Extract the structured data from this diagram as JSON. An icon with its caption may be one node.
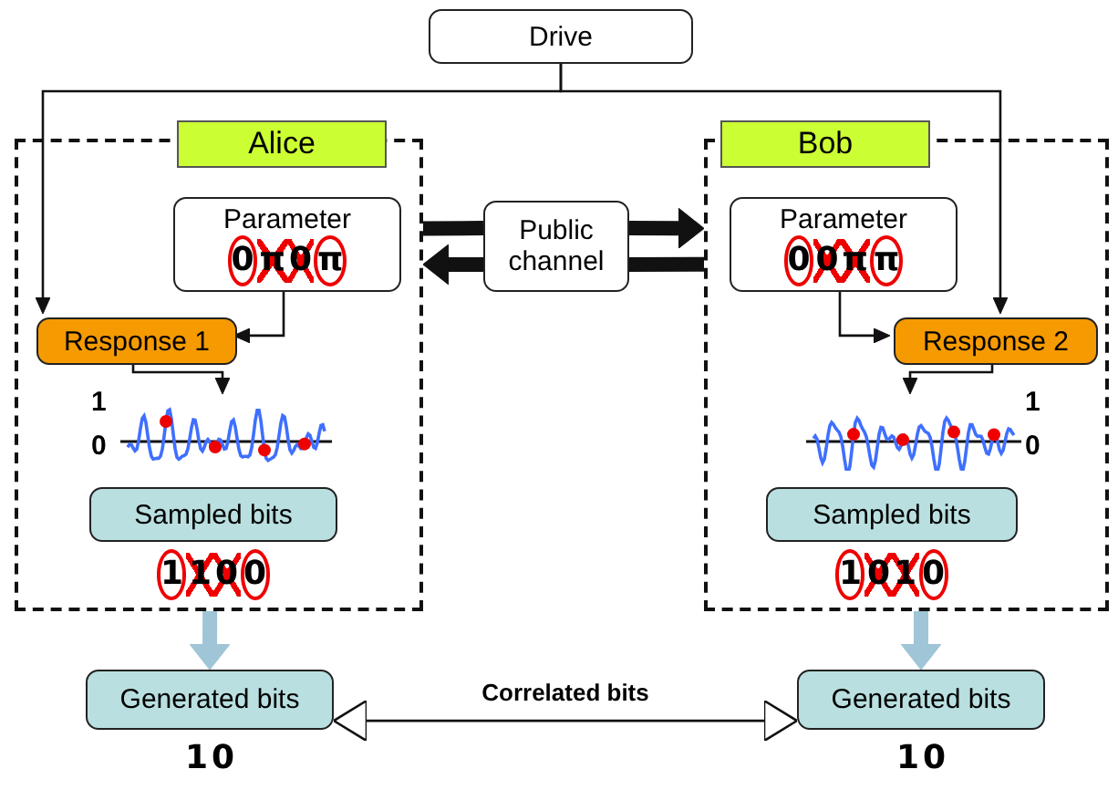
{
  "diagram": {
    "nodes": [
      {
        "text": [
          "Drive"
        ]
      },
      {
        "text": [
          "Alice"
        ]
      },
      {
        "text": [
          "Parameter",
          "0π0π"
        ],
        "in": 1
      },
      {
        "text": [
          "Response 1"
        ],
        "in": 1
      },
      {
        "text": [],
        "shape": "picture",
        "in": 1
      },
      {
        "text": [
          "Sampled bits"
        ],
        "beside": [
          "1100"
        ],
        "in": 1
      },
      {
        "text": [
          "Bob"
        ]
      },
      {
        "text": [
          "Parameter",
          "00ππ"
        ],
        "in": 6
      },
      {
        "text": [
          "Response 2"
        ],
        "in": 6
      },
      {
        "text": [],
        "shape": "picture",
        "in": 6
      },
      {
        "text": [
          "Sampled bits"
        ],
        "beside": [
          "1010"
        ],
        "in": 6
      },
      {
        "text": [
          "Public channel"
        ]
      },
      {
        "text": [
          "Generated bits"
        ],
        "beside": [
          "10"
        ]
      },
      {
        "text": [
          "Generated bits"
        ],
        "beside": [
          "10"
        ]
      }
    ],
    "edges": [
      {
        "from": 0,
        "to": 3,
        "arrow": "to"
      },
      {
        "from": 0,
        "to": 8,
        "arrow": "to"
      },
      {
        "from": 2,
        "to": 3,
        "arrow": "to"
      },
      {
        "from": 3,
        "to": 4,
        "arrow": "to"
      },
      {
        "from": 7,
        "to": 8,
        "arrow": "to"
      },
      {
        "from": 8,
        "to": 9,
        "arrow": "to"
      },
      {
        "from": 1,
        "to": 11,
        "arrow": "none",
        "style": "thick"
      },
      {
        "from": 11,
        "to": 6,
        "arrow": "to",
        "style": "thick"
      },
      {
        "from": 6,
        "to": 11,
        "arrow": "none",
        "style": "thick"
      },
      {
        "from": 11,
        "to": 1,
        "arrow": "to",
        "style": "thick"
      },
      {
        "from": 1,
        "to": 12,
        "arrow": "to",
        "style": "thick",
        "color": "#9fc5d6"
      },
      {
        "from": 6,
        "to": 13,
        "arrow": "to",
        "style": "thick",
        "color": "#9fc5d6"
      },
      {
        "from": 12,
        "to": 13,
        "label": "Correlated bits",
        "arrow": "both"
      }
    ],
    "labels": [
      "1",
      "0",
      "1",
      "0"
    ]
  }
}
